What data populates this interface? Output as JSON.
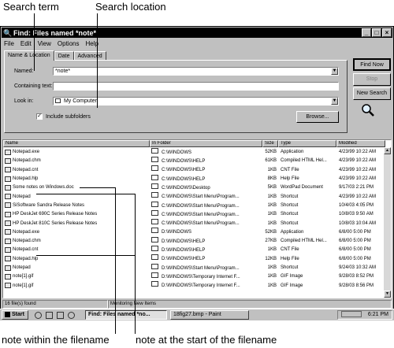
{
  "callouts": {
    "search_term": "Search term",
    "search_location": "Search location",
    "within_filename": "note within the filename",
    "start_filename": "note at the start of the filename"
  },
  "window": {
    "title": "Find: Files named *note*",
    "menu": [
      "File",
      "Edit",
      "View",
      "Options",
      "Help"
    ],
    "tabs": [
      "Name & Location",
      "Date",
      "Advanced"
    ],
    "named_label": "Named:",
    "named_value": "*note*",
    "containing_label": "Containing text:",
    "containing_value": "",
    "lookin_label": "Look in:",
    "lookin_value": "My Computer",
    "subfolders_label": "Include subfolders",
    "subfolders_checked": "✓",
    "browse_label": "Browse...",
    "find_now": "Find Now",
    "stop": "Stop",
    "new_search": "New Search"
  },
  "results": {
    "columns": [
      "Name",
      "In Folder",
      "Size",
      "Type",
      "Modified"
    ],
    "rows": [
      {
        "name": "Notepad.exe",
        "folder": "C:\\WINDOWS",
        "size": "52KB",
        "type": "Application",
        "modified": "4/23/99 10:22 AM"
      },
      {
        "name": "Notepad.chm",
        "folder": "C:\\WINDOWS\\HELP",
        "size": "61KB",
        "type": "Compiled HTML Hel...",
        "modified": "4/23/99 10:22 AM"
      },
      {
        "name": "Notepad.cnt",
        "folder": "C:\\WINDOWS\\HELP",
        "size": "1KB",
        "type": "CNT File",
        "modified": "4/23/99 10:22 AM"
      },
      {
        "name": "Notepad.hlp",
        "folder": "C:\\WINDOWS\\HELP",
        "size": "8KB",
        "type": "Help File",
        "modified": "4/23/99 10:22 AM"
      },
      {
        "name": "Some notes on Windows.doc",
        "folder": "C:\\WINDOWS\\Desktop",
        "size": "5KB",
        "type": "WordPad Document",
        "modified": "9/17/03 2:21 PM"
      },
      {
        "name": "Notepad",
        "folder": "C:\\WINDOWS\\Start Menu\\Program...",
        "size": "1KB",
        "type": "Shortcut",
        "modified": "4/23/99 10:22 AM"
      },
      {
        "name": "SiSoftware Sandra Release Notes",
        "folder": "C:\\WINDOWS\\Start Menu\\Program...",
        "size": "1KB",
        "type": "Shortcut",
        "modified": "10/4/03 4:05 PM"
      },
      {
        "name": "HP DeskJet 690C Series Release Notes",
        "folder": "C:\\WINDOWS\\Start Menu\\Program...",
        "size": "1KB",
        "type": "Shortcut",
        "modified": "10/8/03 9:50 AM"
      },
      {
        "name": "HP DeskJet 810C Series Release Notes",
        "folder": "C:\\WINDOWS\\Start Menu\\Program...",
        "size": "1KB",
        "type": "Shortcut",
        "modified": "10/8/03 10:04 AM"
      },
      {
        "name": "Notepad.exe",
        "folder": "D:\\WINDOWS",
        "size": "52KB",
        "type": "Application",
        "modified": "6/8/00 5:00 PM"
      },
      {
        "name": "Notepad.chm",
        "folder": "D:\\WINDOWS\\HELP",
        "size": "27KB",
        "type": "Compiled HTML Hel...",
        "modified": "6/8/00 5:00 PM"
      },
      {
        "name": "Notepad.cnt",
        "folder": "D:\\WINDOWS\\HELP",
        "size": "1KB",
        "type": "CNT File",
        "modified": "6/8/00 5:00 PM"
      },
      {
        "name": "Notepad.hlp",
        "folder": "D:\\WINDOWS\\HELP",
        "size": "12KB",
        "type": "Help File",
        "modified": "6/8/00 5:00 PM"
      },
      {
        "name": "Notepad",
        "folder": "D:\\WINDOWS\\Start Menu\\Program...",
        "size": "1KB",
        "type": "Shortcut",
        "modified": "9/24/03 10:32 AM"
      },
      {
        "name": "note[1].gif",
        "folder": "D:\\WINDOWS\\Temporary Internet F...",
        "size": "1KB",
        "type": "GIF Image",
        "modified": "9/28/03 8:52 PM"
      },
      {
        "name": "note[1].gif",
        "folder": "D:\\WINDOWS\\Temporary Internet F...",
        "size": "1KB",
        "type": "GIF Image",
        "modified": "9/28/03 8:56 PM"
      }
    ]
  },
  "status": {
    "count": "16 file(s) found",
    "message": "Monitoring New Items"
  },
  "taskbar": {
    "start": "Start",
    "tasks": [
      "Find: Files named *no...",
      "18fig27.bmp - Paint"
    ],
    "clock": "6:21 PM"
  }
}
